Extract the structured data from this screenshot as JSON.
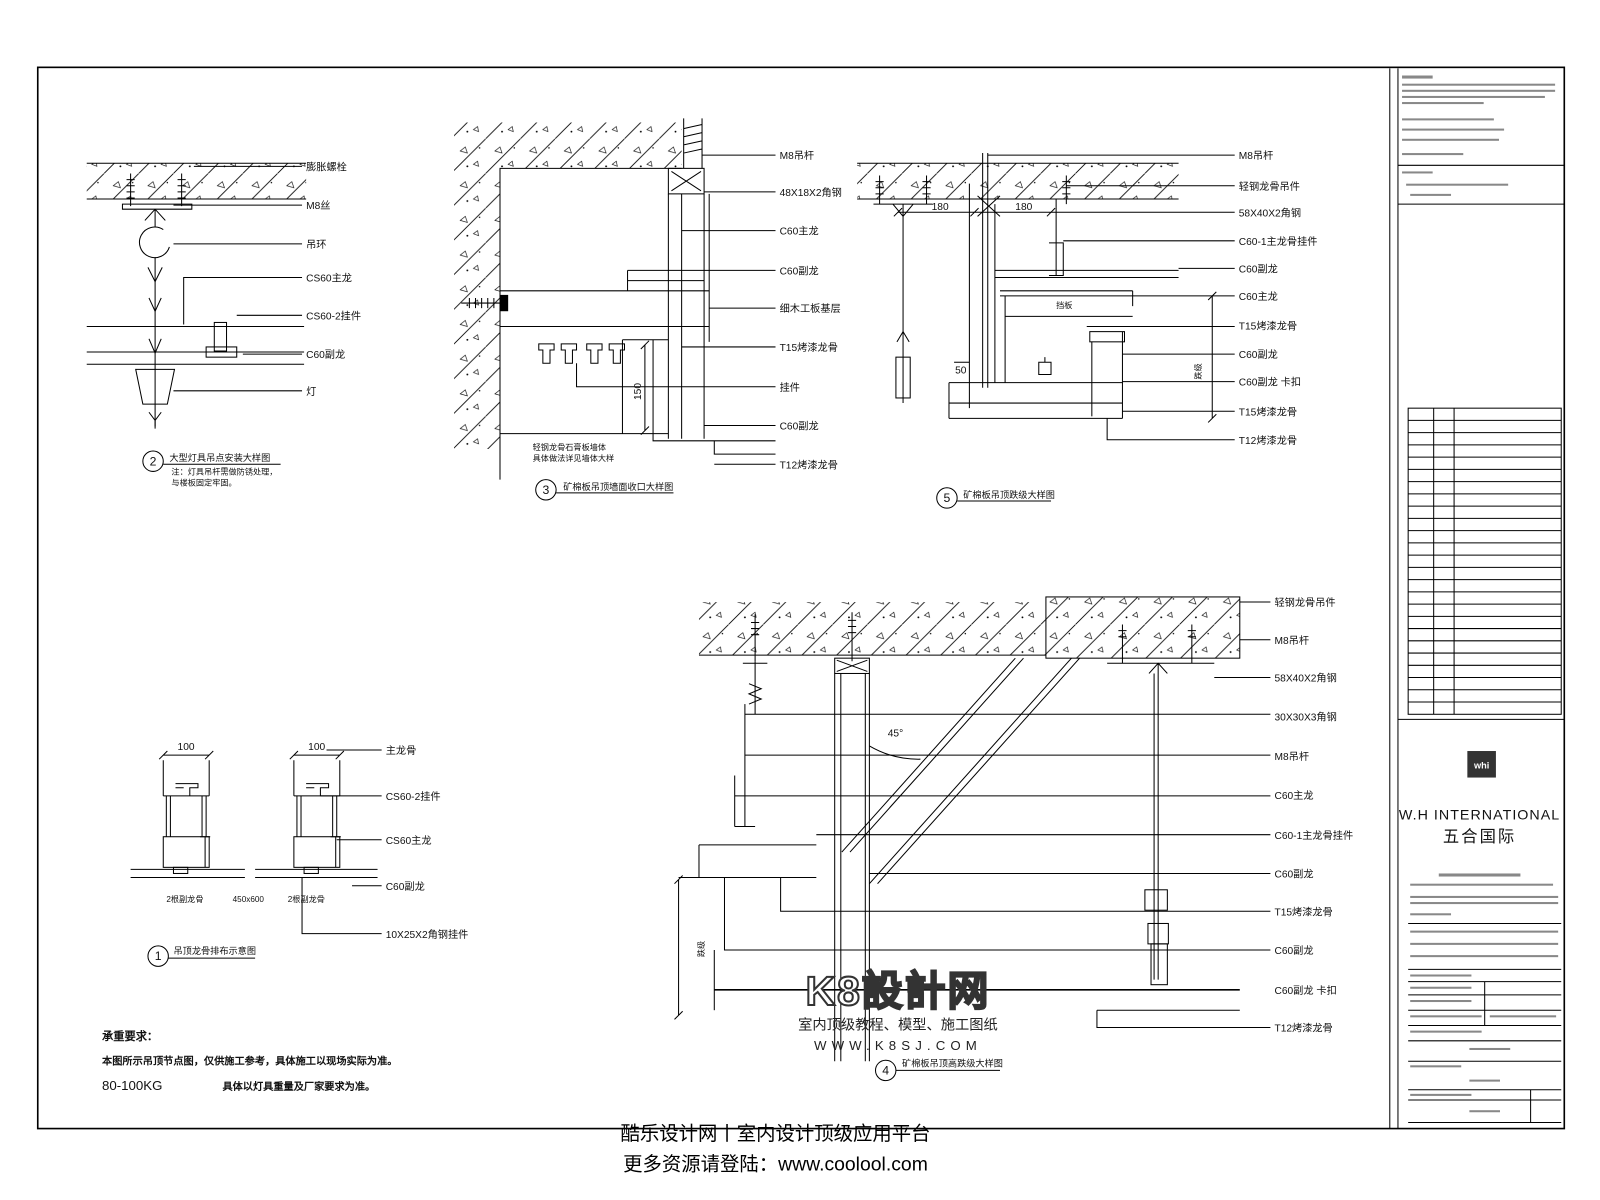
{
  "details": {
    "d2": {
      "number": "2",
      "title": "大型灯具吊点安装大样图",
      "note_lines": [
        "注：灯具吊杆需做防锈处理，",
        "与楼板固定牢固。"
      ],
      "labels": [
        "膨胀螺栓",
        "M8丝",
        "吊环",
        "CS60主龙",
        "CS60-2挂件",
        "C60副龙",
        "灯"
      ]
    },
    "d3": {
      "number": "3",
      "title": "矿棉板吊顶墙面收口大样图",
      "wall_note": [
        "轻钢龙骨石膏板墙体",
        "具体做法详见墙体大样"
      ],
      "dim": "150",
      "labels": [
        "M8吊杆",
        "48X18X2角钢",
        "C60主龙",
        "C60副龙",
        "细木工板基层",
        "T15烤漆龙骨",
        "挂件",
        "C60副龙",
        "T12烤漆龙骨"
      ]
    },
    "d5": {
      "number": "5",
      "title": "矿棉板吊顶跌级大样图",
      "dims": [
        "180",
        "180",
        "50"
      ],
      "box_text": "挡板",
      "level_text": "跌级",
      "labels": [
        "M8吊杆",
        "轻钢龙骨吊件",
        "58X40X2角钢",
        "C60-1主龙骨挂件",
        "C60副龙",
        "C60主龙",
        "T15烤漆龙骨",
        "C60副龙",
        "C60副龙 卡扣",
        "T15烤漆龙骨",
        "T12烤漆龙骨"
      ]
    },
    "d4": {
      "number": "4",
      "title": "矿棉板吊顶高跌级大样图",
      "angle": "45°",
      "level_text": "跌级",
      "labels": [
        "轻钢龙骨吊件",
        "M8吊杆",
        "58X40X2角钢",
        "30X30X3角钢",
        "M8吊杆",
        "C60主龙",
        "C60-1主龙骨挂件",
        "C60副龙",
        "T15烤漆龙骨",
        "C60副龙",
        "C60副龙 卡扣",
        "T12烤漆龙骨"
      ]
    },
    "d1": {
      "number": "1",
      "title": "吊顶龙骨排布示意图",
      "dims": [
        "100",
        "100"
      ],
      "bottom_text": [
        "2根副龙骨",
        "450x600",
        "2根副龙骨"
      ],
      "labels": [
        "主龙骨",
        "CS60-2挂件",
        "CS60主龙",
        "C60副龙",
        "10X25X2角钢挂件"
      ]
    }
  },
  "notes": {
    "heading": "承重要求：",
    "line1": "本图所示吊顶节点图，仅供施工参考，具体施工以现场实际为准。",
    "weight": "80-100KG",
    "line2": "具体以灯具重量及厂家要求为准。"
  },
  "watermark": {
    "brand": "K8設計网",
    "tagline": "室内顶级教程、模型、施工图纸",
    "url": "WWW.K8SJ.COM"
  },
  "title_block": {
    "logo": "whi",
    "company_en": "W.H INTERNATIONAL",
    "company_cn": "五合国际"
  },
  "footer": {
    "line1": "酷乐设计网丨室内设计顶级应用平台",
    "line2": "更多资源请登陆：www.coolool.com"
  }
}
